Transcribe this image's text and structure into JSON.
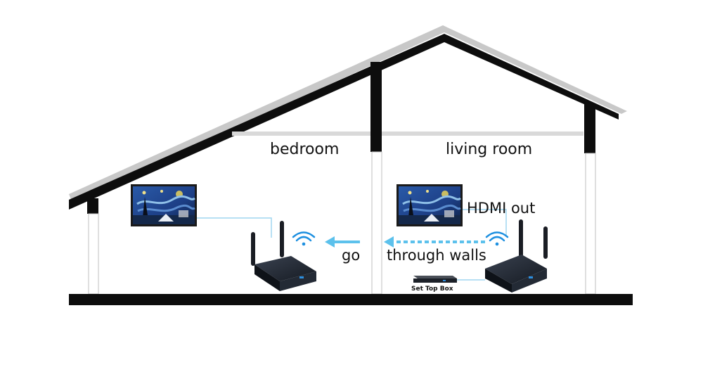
{
  "labels": {
    "bedroom": "bedroom",
    "living_room": "living room",
    "hdmi_out": "HDMI out",
    "go": "go",
    "through_walls": "through walls",
    "set_top_box": "Set Top Box"
  },
  "colors": {
    "structure": "#0d0d0d",
    "wall_outline": "#bfbfbf",
    "cable": "#9fd6f0",
    "arrow": "#5cc1ec",
    "wifi": "#1e90e0",
    "device": "#1f2530",
    "painting_sky": "#1d3f86",
    "painting_star": "#e8d25a"
  },
  "icons": {
    "tv_left": "tv-screen-icon",
    "tv_right": "tv-screen-icon",
    "transmitter": "wireless-box-icon",
    "receiver": "wireless-box-icon",
    "set_top_box": "set-top-box-icon",
    "wifi": "wifi-icon",
    "arrow": "arrow-left-icon"
  }
}
